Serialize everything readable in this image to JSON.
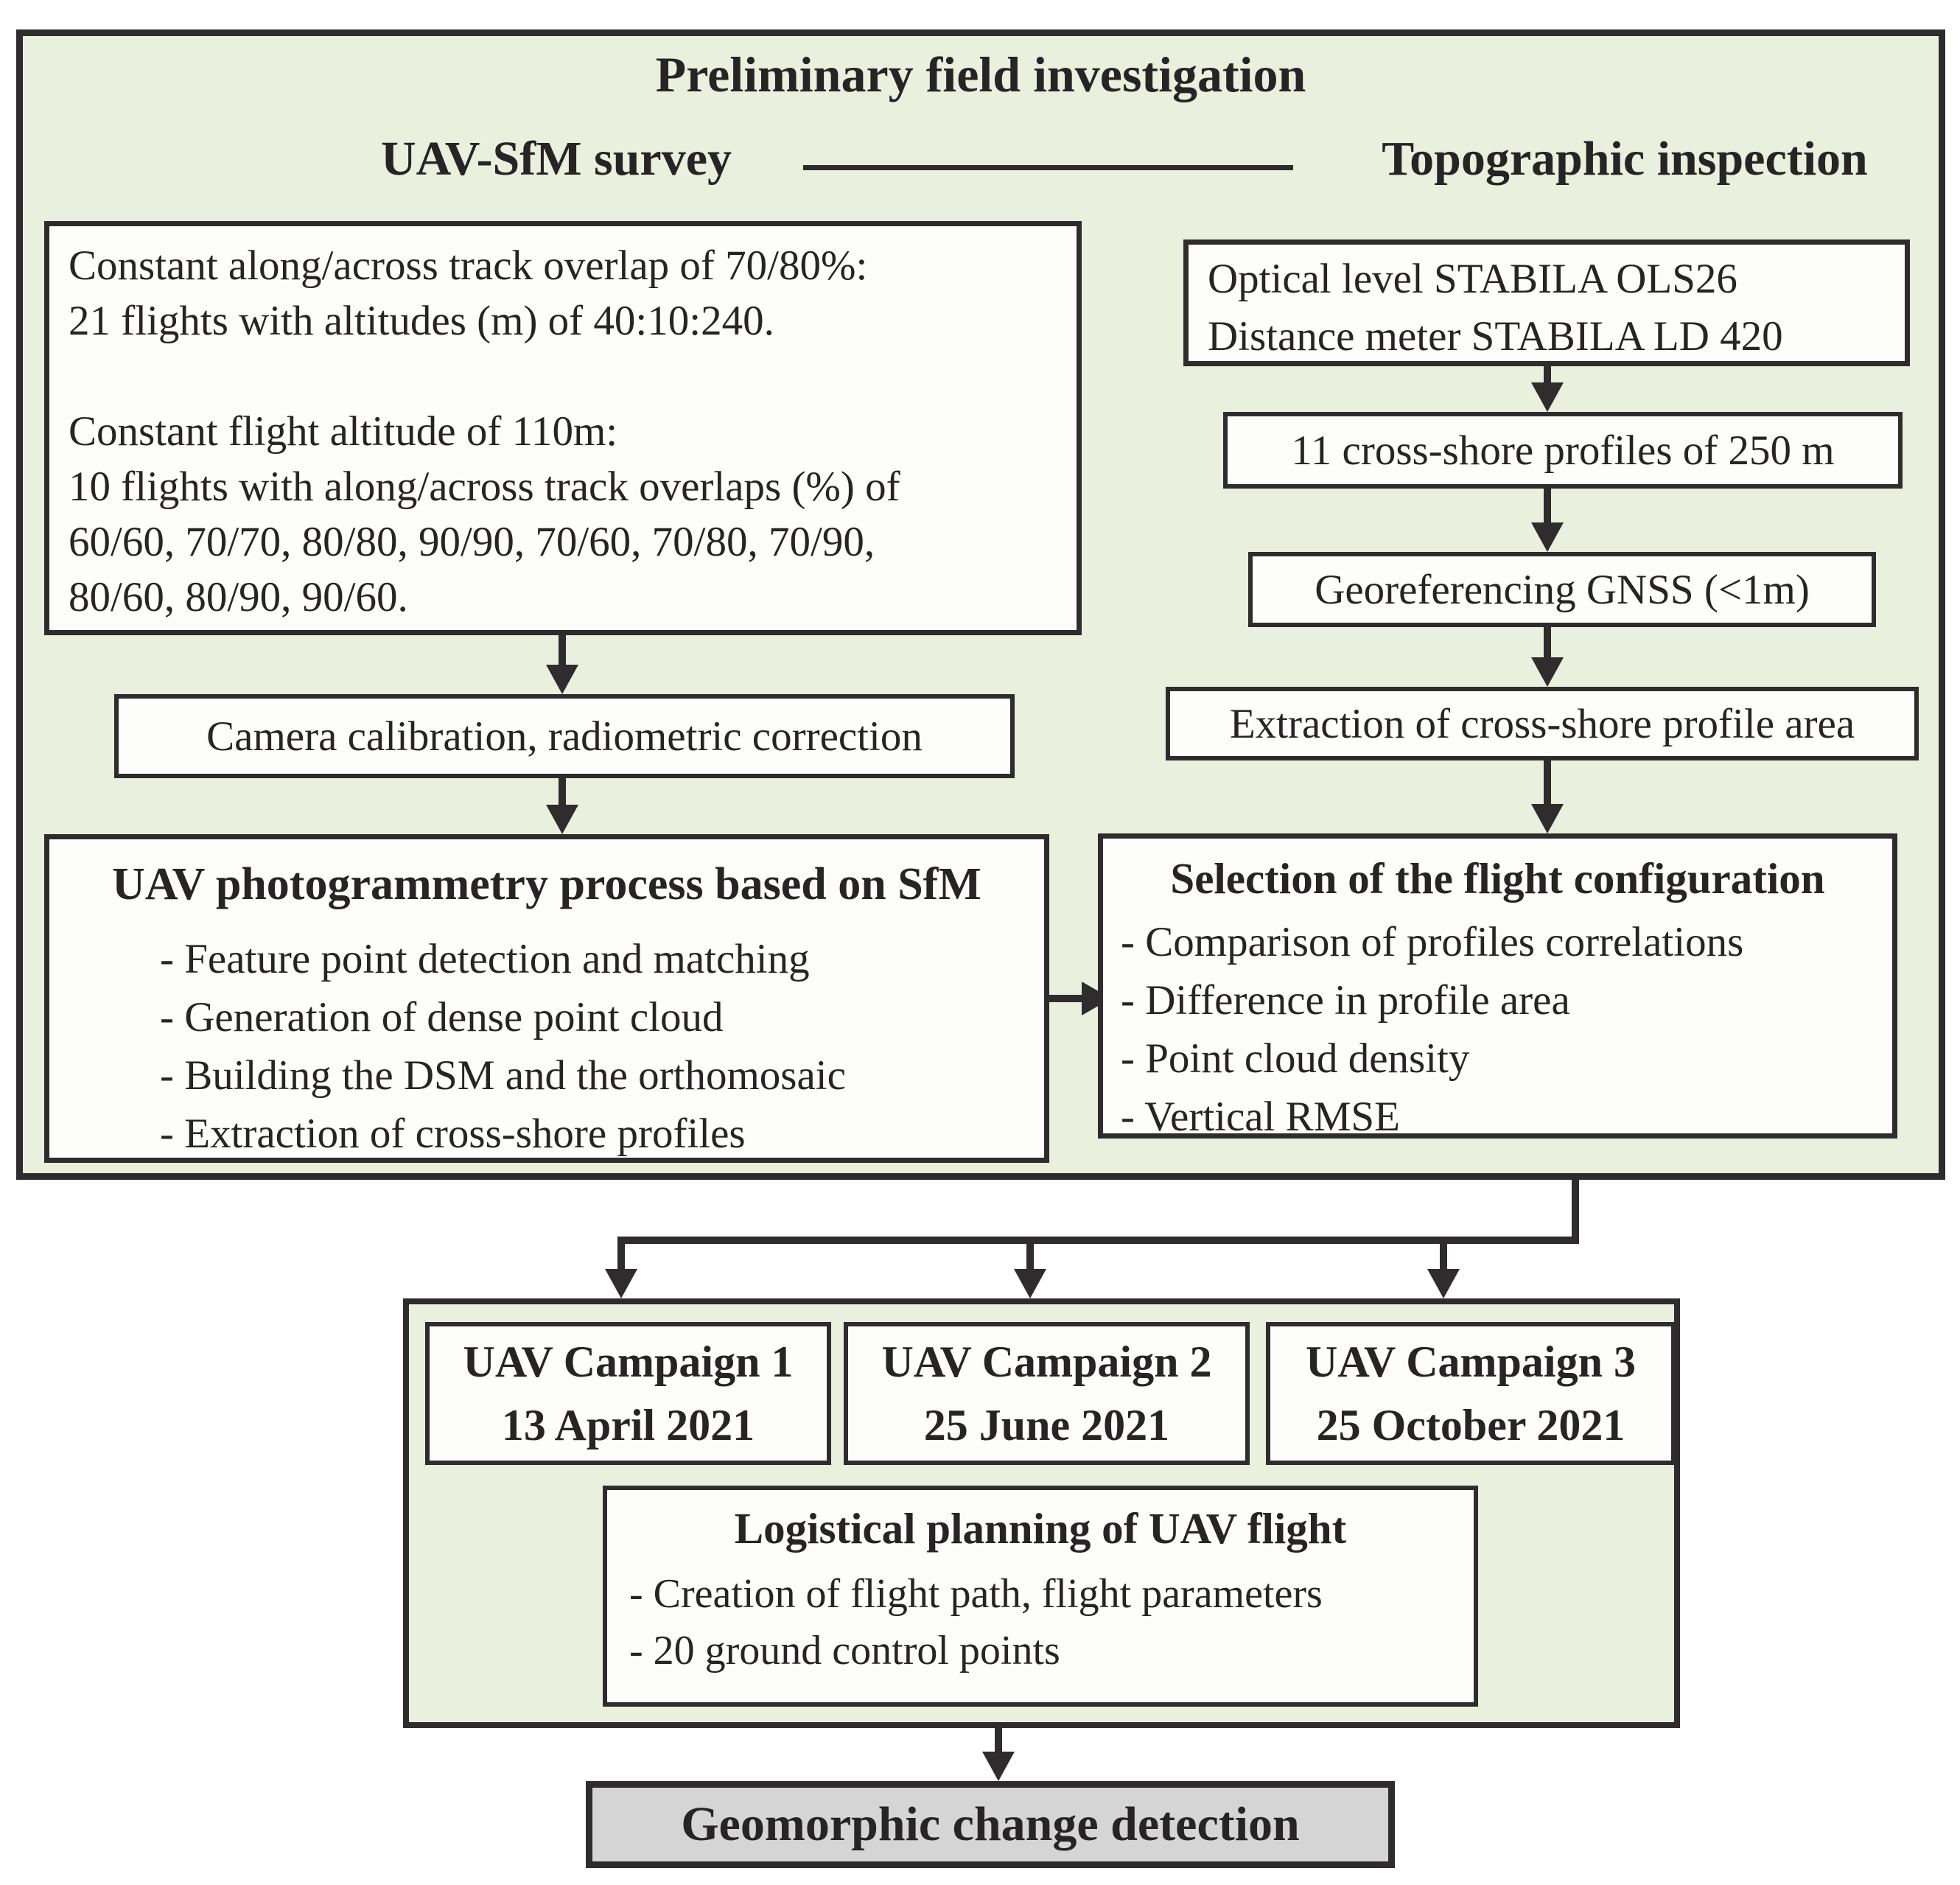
{
  "colors": {
    "panel_fill": "#eaefde",
    "box_fill": "#fdfdfb",
    "footer_fill": "#d5d5d5",
    "line": "#2e2c2c",
    "text": "#262424"
  },
  "header": {
    "title": "Preliminary field investigation",
    "left_branch": "UAV-SfM survey",
    "right_branch": "Topographic inspection"
  },
  "uav_sfm": {
    "flight_plan": {
      "lines": [
        "Constant along/across track overlap of 70/80%:",
        "21 flights with altitudes (m) of 40:10:240.",
        "",
        "Constant flight altitude of 110m:",
        "10 flights with along/across track overlaps (%) of",
        "60/60, 70/70, 80/80, 90/90, 70/60, 70/80, 70/90,",
        "80/60, 80/90, 90/60."
      ]
    },
    "calibration": "Camera calibration, radiometric correction",
    "photogrammetry": {
      "title": "UAV photogrammetry process based on SfM",
      "items": [
        "- Feature point detection and matching",
        "- Generation of dense point cloud",
        "- Building the DSM and the orthomosaic",
        "- Extraction of cross-shore profiles"
      ]
    }
  },
  "topographic": {
    "instruments": {
      "lines": [
        "Optical level STABILA OLS26",
        "Distance meter STABILA LD 420"
      ]
    },
    "profiles": "11 cross-shore profiles of 250 m",
    "georeferencing": "Georeferencing GNSS (<1m)",
    "extraction": "Extraction of cross-shore profile area",
    "selection": {
      "title": "Selection of the flight configuration",
      "items": [
        "- Comparison of profiles correlations",
        "- Difference in profile area",
        "- Point cloud density",
        "- Vertical RMSE"
      ]
    }
  },
  "campaigns": {
    "items": [
      {
        "name": "UAV Campaign 1",
        "date": "13 April 2021"
      },
      {
        "name": "UAV Campaign 2",
        "date": "25 June 2021"
      },
      {
        "name": "UAV Campaign 3",
        "date": "25 October 2021"
      }
    ],
    "logistics": {
      "title": "Logistical planning of UAV flight",
      "items": [
        "- Creation of flight path, flight parameters",
        "- 20 ground control points"
      ]
    }
  },
  "footer": {
    "label": "Geomorphic change detection"
  }
}
